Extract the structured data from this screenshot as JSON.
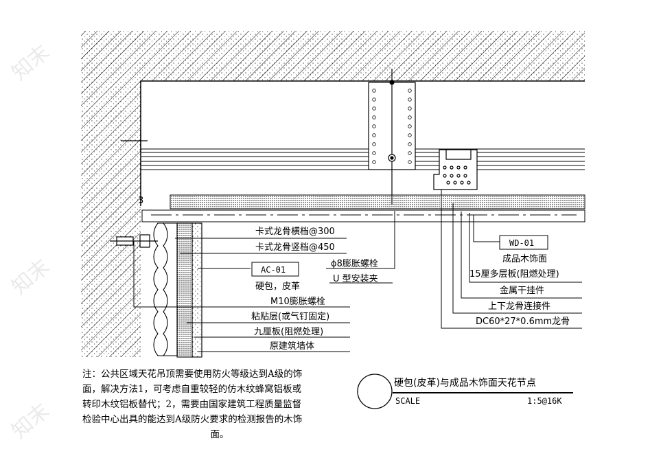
{
  "labels": {
    "l1": "卡式龙骨横档@300",
    "l2": "卡式龙骨竖档@450",
    "ac_tag": "AC-01",
    "l3": "硬包，皮革",
    "l4": "M10膨胀螺栓",
    "l5": "粘贴层(或气钉固定)",
    "l6": "九厘板(阻燃处理)",
    "l7": "原建筑墙体",
    "r1": "ϕ8膨胀螺栓",
    "r2": "U 型安装夹",
    "wd_tag": "WD-01",
    "r3": "成品木饰面",
    "r4": "15厘多层板(阻燃处理)",
    "r5": "金属干挂件",
    "r6": "上下龙骨连接件",
    "r7": "DC60*27*0.6mm龙骨",
    "dim_3": "3"
  },
  "note": {
    "line1": "注：公共区域天花吊顶需要使用防火等级达到A级的饰",
    "line2": "面，解决方法1，可考虑自重较轻的仿木纹蜂窝铝板或",
    "line3": "转印木纹铝板替代；2，需要由国家建筑工程质量监督",
    "line4": "检验中心出具的能达到A级防火要求的检测报告的木饰",
    "line5": "面。"
  },
  "title_block": {
    "title": "硬包(皮革)与成品木饰面天花节点",
    "scale_label": "SCALE",
    "scale_value": "1:5@16K"
  },
  "watermark": "知末"
}
